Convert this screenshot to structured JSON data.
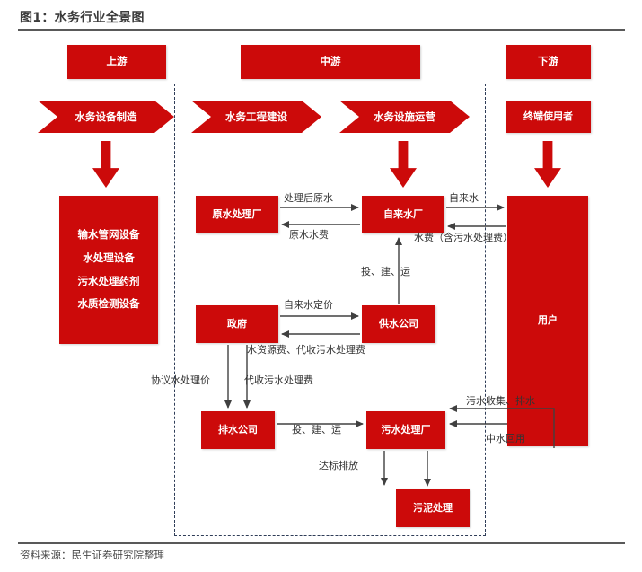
{
  "figure": {
    "title": "图1：水务行业全景图",
    "source": "资料来源：民生证券研究院整理"
  },
  "theme": {
    "red": "#CC0A0A",
    "arrow_gray": "#404040",
    "dash_navy": "#2F3D58",
    "rule_gray": "#595959",
    "label_gray": "#333333"
  },
  "tiers": {
    "upstream": "上游",
    "midstream": "中游",
    "downstream": "下游"
  },
  "segments": {
    "equipment_manufacturing": "水务设备制造",
    "engineering_construction": "水务工程建设",
    "facility_operation": "水务设施运营",
    "end_user": "终端使用者"
  },
  "upstream_products": [
    "输水管网设备",
    "水处理设备",
    "污水处理药剂",
    "水质检测设备"
  ],
  "nodes": {
    "raw_water_plant": "原水处理厂",
    "tap_water_plant": "自来水厂",
    "government": "政府",
    "water_supply_company": "供水公司",
    "drainage_company": "排水公司",
    "sewage_plant": "污水处理厂",
    "sludge_treatment": "污泥处理",
    "users": "用户"
  },
  "flows": [
    {
      "id": "treated-raw-water",
      "label": "处理后原水",
      "from": "raw_water_plant",
      "to": "tap_water_plant"
    },
    {
      "id": "raw-water-fee",
      "label": "原水水费",
      "from": "tap_water_plant",
      "to": "raw_water_plant"
    },
    {
      "id": "tap-water",
      "label": "自来水",
      "from": "tap_water_plant",
      "to": "users"
    },
    {
      "id": "water-fee",
      "label": "水费（含污水处理费）",
      "from": "users",
      "to": "tap_water_plant"
    },
    {
      "id": "invest-build-operate-supply",
      "label": "投、建、运",
      "from": "water_supply_company",
      "to": "tap_water_plant"
    },
    {
      "id": "tap-water-pricing",
      "label": "自来水定价",
      "from": "government",
      "to": "water_supply_company"
    },
    {
      "id": "resource-fee",
      "label": "水资源费、代收污水处理费",
      "from": "water_supply_company",
      "to": "government"
    },
    {
      "id": "agreed-treatment-price",
      "label": "协议水处理价",
      "from": "government",
      "to": "drainage_company"
    },
    {
      "id": "collected-sewage-fee",
      "label": "代收污水处理费",
      "from": "government",
      "to": "drainage_company"
    },
    {
      "id": "invest-build-operate-drain",
      "label": "投、建、运",
      "from": "drainage_company",
      "to": "sewage_plant"
    },
    {
      "id": "compliant-discharge",
      "label": "达标排放",
      "from": "sewage_plant",
      "to": ""
    },
    {
      "id": "sludge",
      "label": "",
      "from": "sewage_plant",
      "to": "sludge_treatment"
    },
    {
      "id": "sewage-collection",
      "label": "污水收集、排水",
      "from": "users",
      "to": "sewage_plant"
    },
    {
      "id": "reclaimed-water",
      "label": "中水回用",
      "from": "sewage_plant",
      "to": "users"
    }
  ]
}
